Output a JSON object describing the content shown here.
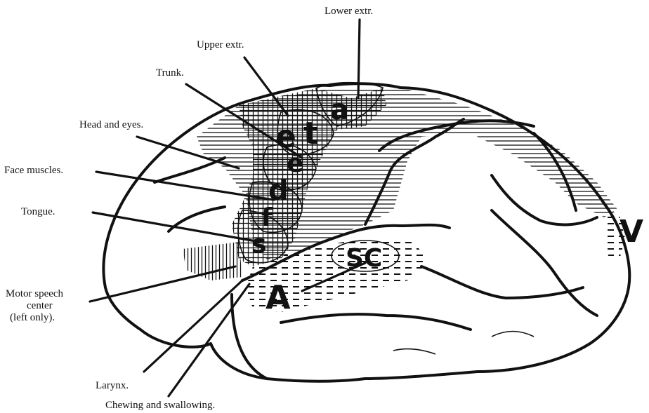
{
  "labels": {
    "lower_extr": "Lower extr.",
    "upper_extr": "Upper extr.",
    "trunk": "Trunk.",
    "head_eyes": "Head and eyes.",
    "face_muscles": "Face muscles.",
    "tongue": "Tongue.",
    "motor_speech_1": "Motor speech",
    "motor_speech_2": "center",
    "motor_speech_3": "(left only).",
    "larynx": "Larynx.",
    "chewing": "Chewing and swallowing."
  },
  "region_letters": {
    "a": "a",
    "t": "t",
    "e_arm": "e",
    "e_head": "e",
    "d": "d",
    "f": "f",
    "s": "s",
    "A": "A",
    "SC": "SC",
    "V": "V"
  }
}
